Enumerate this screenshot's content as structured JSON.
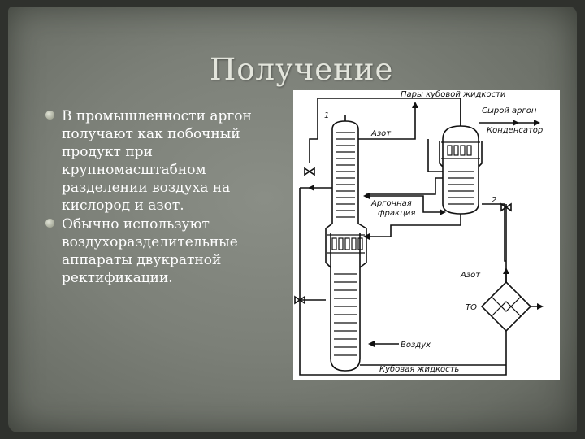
{
  "slide": {
    "title": "Получение",
    "bullets": [
      "В промышленности аргон получают как побочный продукт при крупномасштабном разделении воздуха на кислород и азот.",
      "Обычно используют воздухоразделительные аппараты двукратной ректификации."
    ]
  },
  "diagram": {
    "labels": {
      "vapors": "Пары кубовой жидкости",
      "num1": "1",
      "nitrogen_top": "Азот",
      "crude_argon": "Сырой аргон",
      "condenser": "Конденсатор",
      "argon_fraction_1": "Аргонная",
      "argon_fraction_2": "фракция",
      "num2": "2",
      "nitrogen_right": "Азот",
      "heat_exchanger": "ТО",
      "air": "Воздух",
      "bottoms": "Кубовая жидкость"
    }
  }
}
